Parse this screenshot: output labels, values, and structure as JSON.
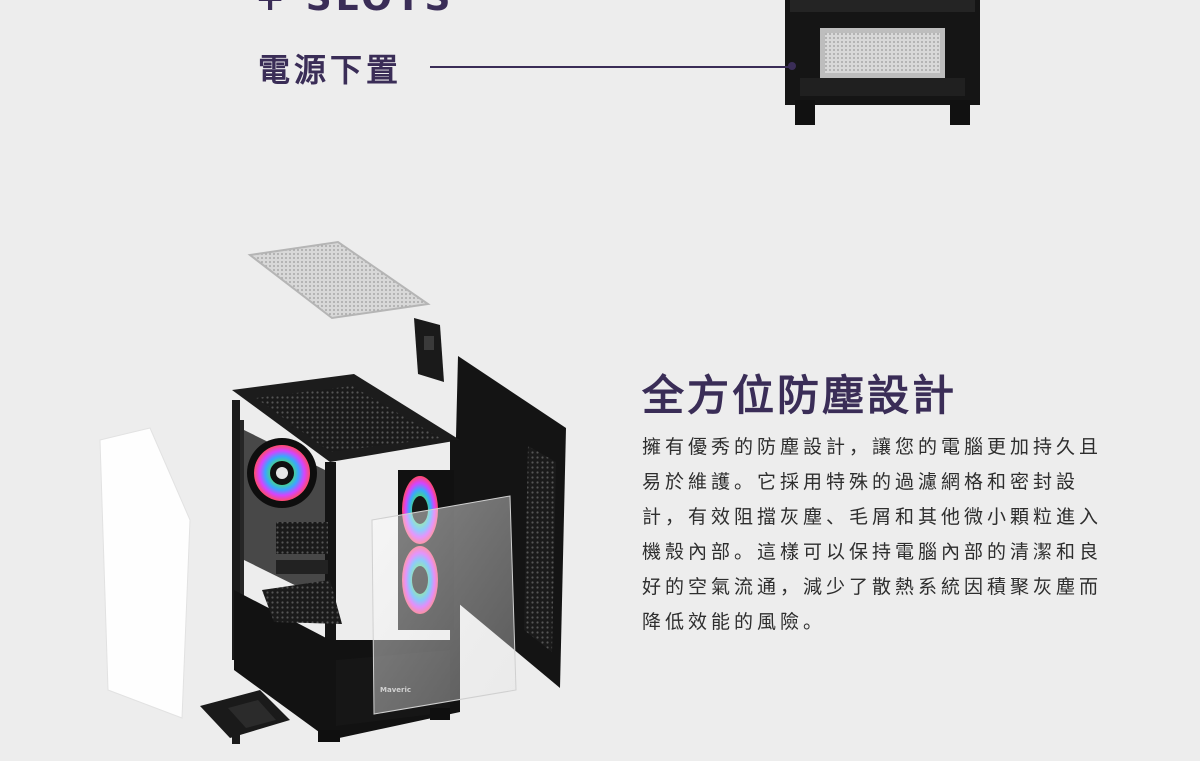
{
  "top": {
    "partial_title": "+ SLOTS",
    "psu_label": "電源下置"
  },
  "feature": {
    "title": "全方位防塵設計",
    "body": "擁有優秀的防塵設計，讓您的電腦更加持久且易於維護。它採用特殊的過濾網格和密封設計，有效阻擋灰塵、毛屑和其他微小顆粒進入機殼內部。這樣可以保持電腦內部的清潔和良好的空氣流通，減少了散熱系統因積聚灰塵而降低效能的風險。"
  },
  "case": {
    "brand": "Maveric"
  },
  "colors": {
    "accent": "#3a2d57",
    "background": "#ededed",
    "case": "#161616"
  }
}
